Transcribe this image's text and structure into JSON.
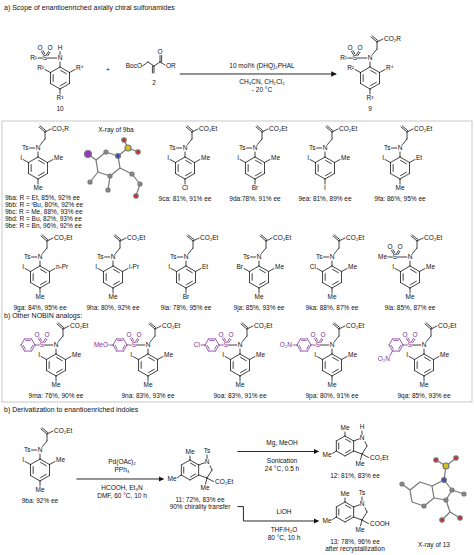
{
  "diagram": {
    "nodes": [
      {
        "text": [
          "O",
          "O",
          "R¹",
          "S",
          "N",
          "H",
          "R²",
          "R⁴",
          "R³",
          "10"
        ]
      },
      {
        "text": [
          "BocO",
          "O",
          "OR",
          "2"
        ]
      },
      {
        "text": [
          "O",
          "O",
          "R¹",
          "S",
          "N",
          "CO₂R",
          "R²",
          "R⁴",
          "R³",
          "9"
        ]
      },
      {
        "text": [
          "CO₂R",
          "Ts",
          "N",
          "I",
          "Me",
          "Me",
          "9ba: R = Et, 85%, 92% ee",
          "9bb: R = ᵗBu, 80%, 92% ee",
          "9bc: R = Me, 88%, 93% ee",
          "9bd: R = Bu, 82%, 93% ee",
          "9be: R = Bn, 96%, 92% ee"
        ]
      },
      {
        "text": [
          "CO₂Et",
          "Ts",
          "N",
          "I",
          "Me",
          "Cl",
          "9ca: 81%, 91% ee"
        ]
      },
      {
        "text": [
          "CO₂Et",
          "Ts",
          "N",
          "I",
          "Me",
          "Br",
          "9da:78%, 91% ee"
        ]
      },
      {
        "text": [
          "CO₂Et",
          "Ts",
          "N",
          "I",
          "Me",
          "I",
          "9ea: 81%, 89% ee"
        ]
      },
      {
        "text": [
          "CO₂Et",
          "Ts",
          "N",
          "I",
          "Et",
          "Me",
          "9fa: 86%, 95% ee"
        ]
      },
      {
        "text": [
          "CO₂Et",
          "Ts",
          "N",
          "I",
          "n-Pr",
          "Me",
          "9ga: 84%, 95% ee"
        ]
      },
      {
        "text": [
          "CO₂Et",
          "Ts",
          "N",
          "I",
          "i-Pr",
          "Me",
          "9ha: 80%, 92% ee"
        ]
      },
      {
        "text": [
          "CO₂Et",
          "Ts",
          "N",
          "I",
          "Et",
          "Br",
          "9ia: 78%, 95% ee"
        ]
      },
      {
        "text": [
          "CO₂Et",
          "Ts",
          "N",
          "Br",
          "Me",
          "Me",
          "9ja: 85%, 93% ee"
        ]
      },
      {
        "text": [
          "CO₂Et",
          "Ts",
          "N",
          "Cl",
          "Me",
          "Me",
          "9ka: 88%, 87% ee"
        ]
      },
      {
        "text": [
          "O",
          "O",
          "Me",
          "S",
          "N",
          "CO₂Et",
          "I",
          "Me",
          "Me",
          "9la: 85%, 87% ee"
        ]
      },
      {
        "text": [
          "O",
          "O",
          "S",
          "N",
          "CO₂Et",
          "I",
          "Me",
          "Me",
          "9ma: 76%, 90% ee"
        ]
      },
      {
        "text": [
          "O",
          "O",
          "S",
          "N",
          "CO₂Et",
          "I",
          "Me",
          "Me",
          "MeO",
          "9na: 83%, 93% ee"
        ]
      },
      {
        "text": [
          "O",
          "O",
          "S",
          "N",
          "CO₂Et",
          "I",
          "Me",
          "Me",
          "Cl",
          "9oa: 83%, 91% ee"
        ]
      },
      {
        "text": [
          "O",
          "O",
          "S",
          "N",
          "CO₂Et",
          "I",
          "Me",
          "Me",
          "O₂N",
          "9pa: 80%, 91% ee"
        ]
      },
      {
        "text": [
          "O",
          "O",
          "S",
          "N",
          "CO₂Et",
          "I",
          "Me",
          "Me",
          "O₂N",
          "9qa: 85%, 93% ee"
        ]
      },
      {
        "text": [
          "CO₂Et",
          "Ts",
          "N",
          "I",
          "Me",
          "Me",
          "9ba: 92% ee"
        ]
      },
      {
        "text": [
          "Ts",
          "N",
          "Me",
          "CO₂Et",
          "Me",
          "Me",
          "11: 72%, 83% ee",
          "90% chirality transfer"
        ]
      },
      {
        "text": [
          "H",
          "N",
          "Me",
          "CO₂Et",
          "Me",
          "Me",
          "12: 81%, 83% ee"
        ]
      },
      {
        "text": [
          "Ts",
          "N",
          "Me",
          "COOH",
          "Me",
          "Me",
          "13: 78%, 96% ee",
          "after recrystallization"
        ]
      }
    ],
    "edges": [
      {
        "from": 1,
        "to": 2,
        "arrow": "to"
      },
      {
        "from": 19,
        "to": 20,
        "arrow": "to"
      },
      {
        "from": 20,
        "to": 21,
        "arrow": "to"
      },
      {
        "from": 20,
        "to": 22,
        "arrow": "to"
      }
    ],
    "labels": [
      "a) Scope of enantioenriched axially chiral sulfonamides",
      "+",
      "10 mol% (DHQ)₂PHAL",
      "CH₃CN, CH₂Cl₂",
      "- 20 °C",
      "X-ray of 9ba",
      "b) Other NOBIN analogs:",
      "b) Derivatization to enantioenriched indoles",
      "Pd(OAc)₂",
      "PPh₃",
      "HCOOH, Et₃N",
      "DMF, 60 °C, 10 h",
      "Mg, MeOH",
      "Sonication",
      "24 °C, 0.5 h",
      "LiOH",
      "THF/H₂O",
      "80 °C, 10 h",
      "X-ray of 13"
    ]
  }
}
